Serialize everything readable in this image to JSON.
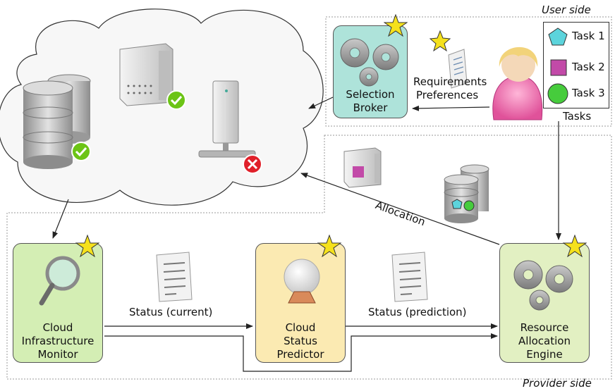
{
  "regions": {
    "user_side": "User side",
    "provider_side": "Provider side"
  },
  "nodes": {
    "selection_broker": "Selection\nBroker",
    "cloud_monitor": "Cloud\nInfrastructure\nMonitor",
    "cloud_predictor": "Cloud\nStatus\nPredictor",
    "resource_engine": "Resource\nAllocation\nEngine"
  },
  "labels": {
    "requirements": "Requirements",
    "preferences": "Preferences",
    "tasks": "Tasks",
    "allocation": "Allocation",
    "status_current": "Status (current)",
    "status_prediction": "Status (prediction)"
  },
  "legend": {
    "task1": "Task 1",
    "task2": "Task 2",
    "task3": "Task 3"
  },
  "colors": {
    "broker_fill": "#aee3da",
    "monitor_fill": "#d4eeb4",
    "predictor_fill": "#fbeab2",
    "engine_fill": "#e2f0c2",
    "star": "#f5e11c",
    "task1": "#5cd4dc",
    "task2": "#c24aa8",
    "task3": "#46cc3c",
    "ok": "#6cc416",
    "error": "#e0202a"
  }
}
